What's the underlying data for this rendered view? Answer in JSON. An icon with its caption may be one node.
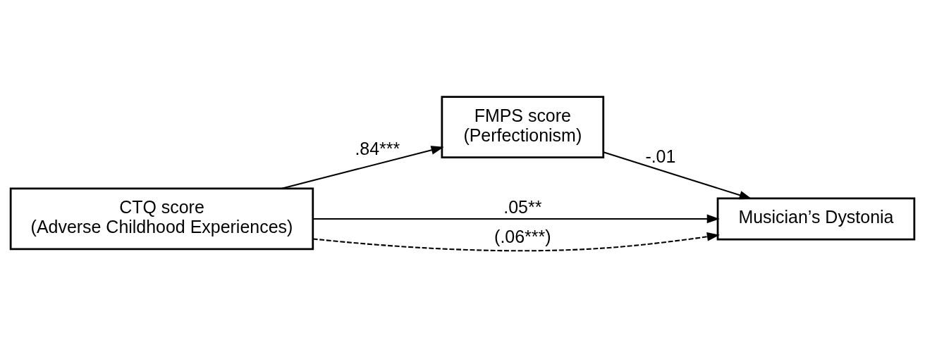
{
  "diagram": {
    "nodes": [
      {
        "text": [
          "FMPS score",
          "(Perfectionism)"
        ]
      },
      {
        "text": [
          "CTQ score",
          "(Adverse Childhood Experiences)"
        ]
      },
      {
        "text": [
          "Musician’s Dystonia"
        ]
      }
    ],
    "edges": [
      {
        "from": 1,
        "to": 0,
        "arrow": "to",
        "label": ".84***"
      },
      {
        "from": 0,
        "to": 2,
        "arrow": "to",
        "label": "-.01"
      },
      {
        "from": 1,
        "to": 2,
        "arrow": "to",
        "label": ".05**"
      },
      {
        "from": 1,
        "to": 2,
        "arrow": "to",
        "label": "(.06***)",
        "style": "dashed"
      }
    ]
  }
}
